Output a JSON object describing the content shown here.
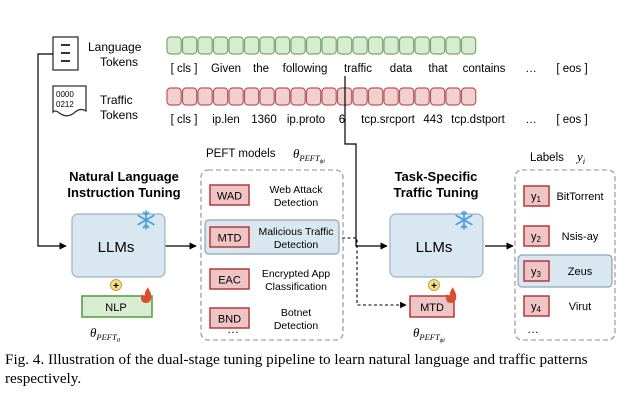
{
  "inputs": {
    "language_label_1": "Language",
    "language_label_2": "Tokens",
    "traffic_label_1": "Traffic",
    "traffic_label_2": "Tokens",
    "traffic_icon_line1": "0000",
    "traffic_icon_line2": "0212",
    "language_token_count": 20,
    "traffic_token_count": 20,
    "language_tokens": [
      "[ cls ]",
      "Given",
      "the",
      "following",
      "traffic",
      "data",
      "that",
      "contains",
      "…",
      "[ eos ]"
    ],
    "traffic_tokens": [
      "[ cls ]",
      "ip.len",
      "1360",
      "ip.proto",
      "6",
      "tcp.srcport",
      "443",
      "tcp.dstport",
      "…",
      "[ eos ]"
    ]
  },
  "stage1": {
    "title_line1": "Natural Language",
    "title_line2": "Instruction Tuning",
    "llm_label": "LLMs",
    "plus": "+",
    "nlp_label": "NLP",
    "theta_symbol": "θ",
    "theta_subscript": "PEFT",
    "theta_sub_sub": "0"
  },
  "peft": {
    "title": "PEFT models",
    "theta_symbol": "θ",
    "theta_subscript": "PEFT",
    "theta_sub_sub": "ϕi",
    "models": [
      {
        "code": "WAD",
        "desc_line1": "Web Attack",
        "desc_line2": "Detection",
        "selected": false
      },
      {
        "code": "MTD",
        "desc_line1": "Malicious Traffic",
        "desc_line2": "Detection",
        "selected": true
      },
      {
        "code": "EAC",
        "desc_line1": "Encrypted App",
        "desc_line2": "Classification",
        "selected": false
      },
      {
        "code": "BND",
        "desc_line1": "Botnet",
        "desc_line2": "Detection",
        "selected": false
      }
    ],
    "ellipsis": "…"
  },
  "stage2": {
    "title_line1": "Task-Specific",
    "title_line2": "Traffic Tuning",
    "llm_label": "LLMs",
    "plus": "+",
    "mtd_label": "MTD",
    "theta_symbol": "θ",
    "theta_subscript": "PEFT",
    "theta_sub_sub": "ϕi"
  },
  "labels": {
    "title": "Labels",
    "title_symbol": "y",
    "title_subscript": "i",
    "items": [
      {
        "symbol": "y",
        "index": "1",
        "name": "BitTorrent",
        "selected": false
      },
      {
        "symbol": "y",
        "index": "2",
        "name": "Nsis-ay",
        "selected": false
      },
      {
        "symbol": "y",
        "index": "3",
        "name": "Zeus",
        "selected": true
      },
      {
        "symbol": "y",
        "index": "4",
        "name": "Virut",
        "selected": false
      }
    ],
    "ellipsis": "…"
  },
  "caption": "Fig. 4.  Illustration of the dual-stage tuning pipeline to learn natural language and traffic patterns respectively.",
  "colors": {
    "language_token_fill": "#d8ecd2",
    "language_token_stroke": "#7aa86c",
    "traffic_token_fill": "#f3d0d0",
    "traffic_token_stroke": "#b85a5a",
    "llm_fill": "#d9e7f1",
    "llm_stroke": "#9db3c6",
    "snowflake": "#4a9fd6",
    "peft_code_fill": "#efc4c4",
    "peft_code_stroke": "#b03a3a",
    "nlp_fill": "#d8ecd2",
    "nlp_stroke": "#5aa048",
    "plus_fill": "#f6dd8c",
    "plus_stroke": "#c9a534",
    "fire": "#e04a2f",
    "selected_fill": "#d9e7f1",
    "selected_stroke": "#8aa4bb",
    "dashed_border": "#a0a0a0",
    "arrow": "#000000"
  },
  "icons": {
    "document": "document-icon",
    "traffic": "traffic-data-icon",
    "snowflake": "snowflake-icon",
    "fire": "fire-icon",
    "plus": "plus-icon"
  }
}
